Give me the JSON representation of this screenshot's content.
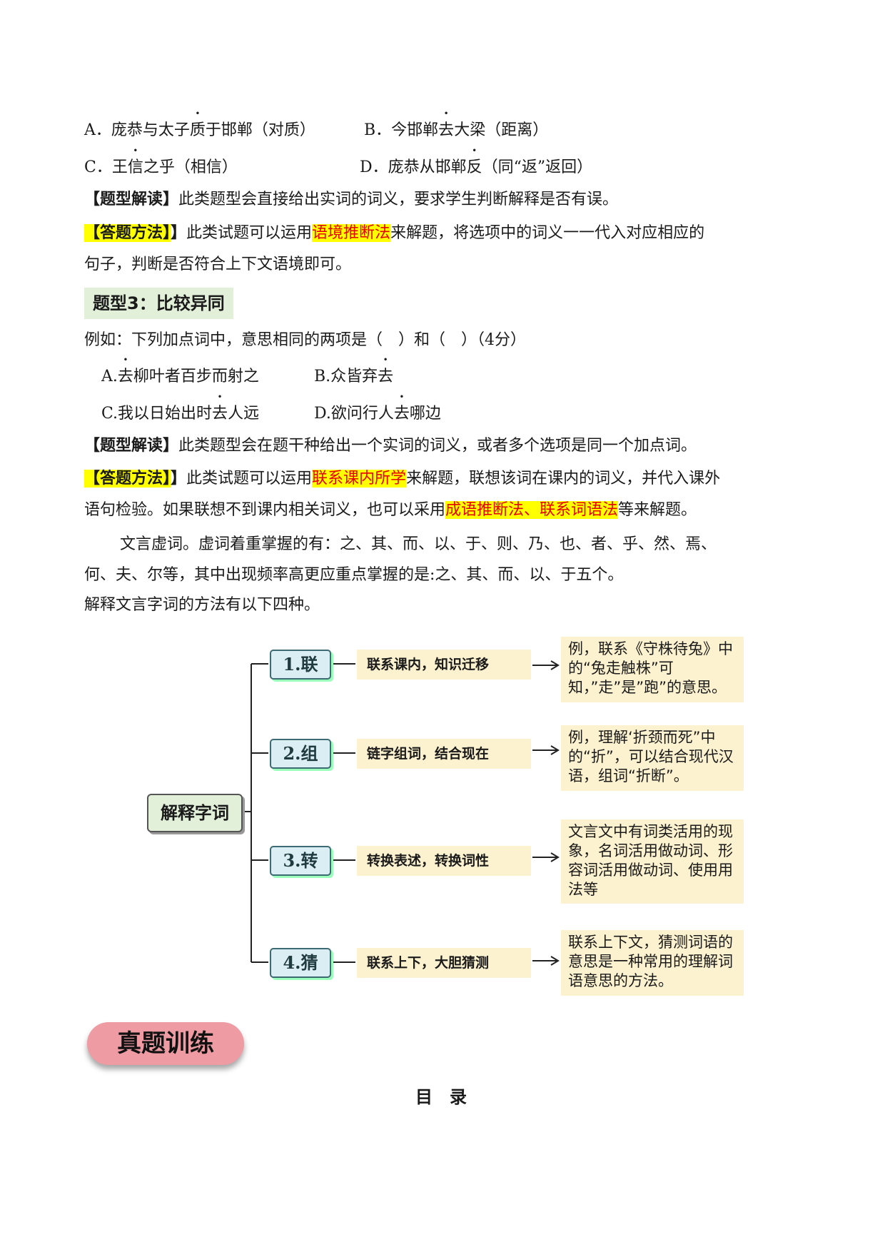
{
  "q2": {
    "a_pre": "A．庞恭与太子",
    "a_dot": "质",
    "a_post": "于邯郸（对质）",
    "b_pre": "B．今邯郸",
    "b_dot": "去",
    "b_post": "大梁（距离）",
    "c_pre": "C．王",
    "c_dot": "信",
    "c_post": "之乎（相信）",
    "d_pre": "D．庞恭从邯郸",
    "d_dot": "反",
    "d_post": "（同“返”返回）"
  },
  "q2_reading": {
    "tag": "【题型解读】",
    "text": "此类题型会直接给出实词的词义，要求学生判断解释是否有误。"
  },
  "q2_method": {
    "tag": "【答题方法】",
    "bracket": "】",
    "pre": "此类试题可以运用",
    "hl": "语境推断法",
    "post": "来解题，将选项中的词义一一代入对应相应的",
    "line2": "句子，判断是否符合上下文语境即可。"
  },
  "type3": {
    "title": "题型3：比较异同"
  },
  "q3": {
    "intro": "例如：下列加点词中，意思相同的两项是（　）和（　）（4分）",
    "a_pre": "A.",
    "a_dot": "去",
    "a_post": "柳叶者百步而射之",
    "b_pre": "B.众皆弃",
    "b_dot": "去",
    "c_pre": "C.我以日始出时",
    "c_dot": "去",
    "c_post": "人远",
    "d_pre": "D.欲问行人",
    "d_dot": "去",
    "d_post": "哪边"
  },
  "q3_reading": {
    "tag": "【题型解读】",
    "text": "此类题型会在题干种给出一个实词的词义，或者多个选项是同一个加点词。"
  },
  "q3_method": {
    "tag": "【答题方法】",
    "bracket": "】",
    "pre": "此类试题可以运用",
    "hl": "联系课内所学",
    "post": "来解题，联想该词在课内的词义，并代入课外",
    "line2_pre": "语句检验。如果联想不到课内相关词义，也可以采用",
    "line2_hl": "成语推断法、联系词语法",
    "line2_post": "等来解题。"
  },
  "function_words": {
    "line1": "文言虚词。虚词着重掌握的有：之、其、而、以、于、则、乃、也、者、乎、然、焉、",
    "line2": "何、夫、尔等，其中出现频率高更应重点掌握的是:之、其、而、以、于五个。",
    "line3": "解释文言字词的方法有以下四种。"
  },
  "diagram": {
    "root": "解释字词",
    "steps": [
      {
        "label": "1.联",
        "method": "联系课内，知识迁移",
        "note": "例，联系《守株待兔》中的“兔走触株”可知，”走”是”跑”的意思。"
      },
      {
        "label": "2.组",
        "method": "链字组词，结合现在",
        "note": "例，理解‘折颈而死”中的“折”，可以结合现代汉语，组词“折断”。"
      },
      {
        "label": "3.转",
        "method": "转换表述，转换词性",
        "note": "文言文中有词类活用的现象，名词活用做动词、形容词活用做动词、使用用法等"
      },
      {
        "label": "4.猜",
        "method": "联系上下，大胆猜测",
        "note": "联系上下文，猜测词语的意思是一种常用的理解词语意思的方法。"
      }
    ]
  },
  "training": {
    "title": "真题训练"
  },
  "toc": {
    "title": "目　录"
  }
}
